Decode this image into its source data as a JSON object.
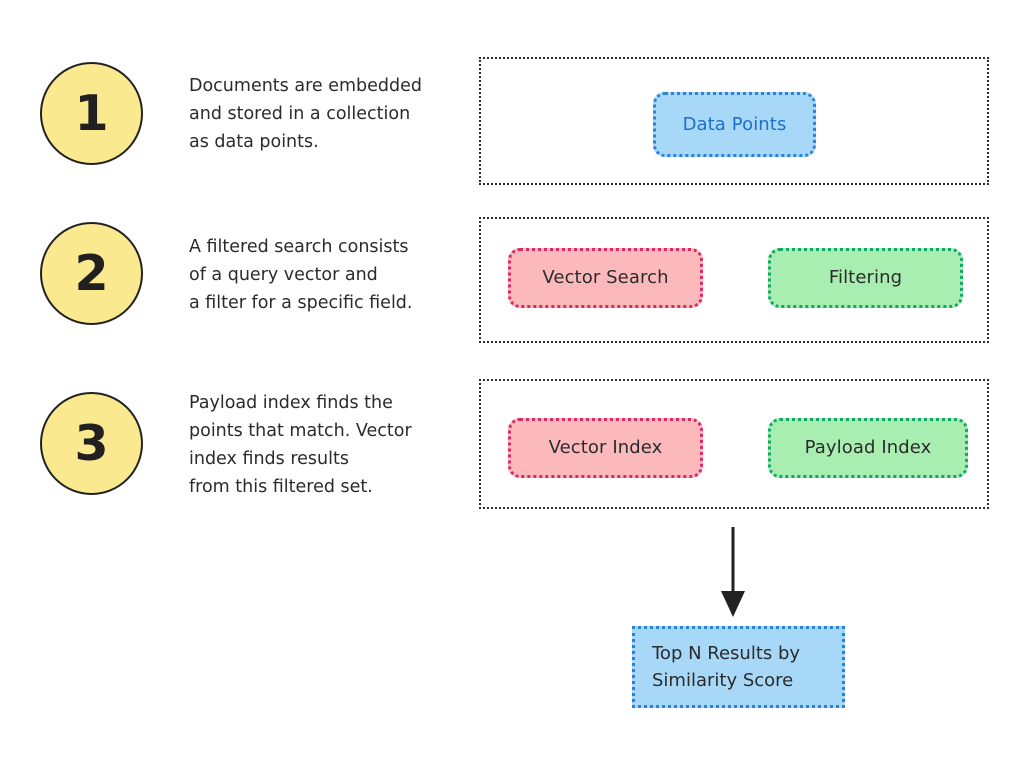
{
  "steps": [
    {
      "number": "1",
      "text": "Documents are embedded\nand stored in a collection\nas data points."
    },
    {
      "number": "2",
      "text": "A filtered search consists\nof a query vector and\na filter for a specific field."
    },
    {
      "number": "3",
      "text": "Payload index finds the\npoints that match. Vector\nindex finds results\nfrom this filtered set."
    }
  ],
  "groups": [
    {
      "nodes": [
        {
          "label": "Data Points",
          "color_fill": "#a8d8f8",
          "color_border": "#2a82dd",
          "color_text": "#1f6fc8"
        }
      ]
    },
    {
      "nodes": [
        {
          "label": "Vector Search",
          "color_fill": "#fbb9bc",
          "color_border": "#db2a63",
          "color_text": "#2b2b2b"
        },
        {
          "label": "Filtering",
          "color_fill": "#a8eeb0",
          "color_border": "#13a667",
          "color_text": "#2b2b2b"
        }
      ]
    },
    {
      "nodes": [
        {
          "label": "Vector Index",
          "color_fill": "#fbb9bc",
          "color_border": "#db2a63",
          "color_text": "#2b2b2b"
        },
        {
          "label": "Payload Index",
          "color_fill": "#a8eeb0",
          "color_border": "#13a667",
          "color_text": "#2b2b2b"
        }
      ]
    }
  ],
  "result": {
    "label": "Top N Results by\nSimilarity Score",
    "color_fill": "#a8d8f8",
    "color_border": "#2a82dd"
  },
  "theme": {
    "circle_fill": "#fbe98f",
    "circle_stroke": "#222222",
    "group_border": "#2b2b2b",
    "arrow_color": "#222222",
    "background": "#ffffff",
    "body_text": "#2b2b2b"
  }
}
